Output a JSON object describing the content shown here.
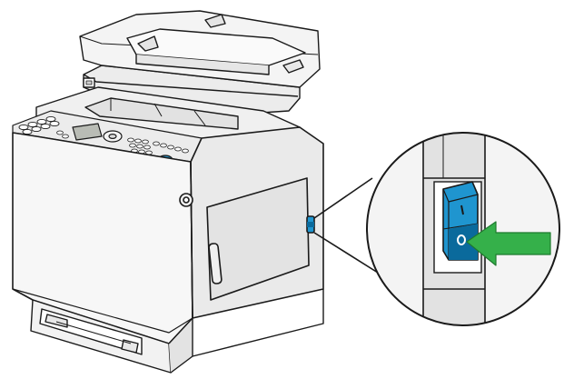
{
  "figure": {
    "subject": "multifunction-printer",
    "callout": "power-switch-zoom",
    "switch_state": "O",
    "colors": {
      "line": "#1a1a1a",
      "printer_light": "#f6f6f6",
      "printer_mid": "#e9e9e9",
      "printer_shade": "#d9d9d9",
      "lcd": "#b9bcb5",
      "switch_blue": "#1f95cf",
      "switch_blue_dark": "#0a6a9c",
      "arrow_green": "#35b04a"
    }
  }
}
